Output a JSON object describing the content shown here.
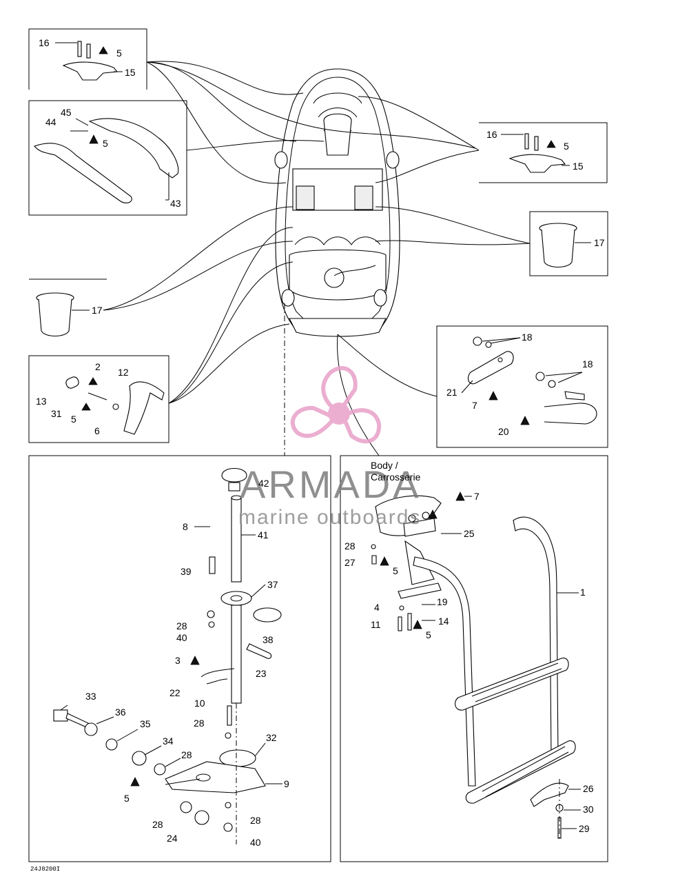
{
  "diagram": {
    "callouts": {
      "tl_16": "16",
      "tl_5": "5",
      "tl_15": "15",
      "hb_45": "45",
      "hb_44": "44",
      "hb_5": "5",
      "hb_43": "43",
      "tr_16": "16",
      "tr_5": "5",
      "tr_15": "15",
      "r_17": "17",
      "l_17": "17",
      "rb_18a": "18",
      "rb_18b": "18",
      "rb_21": "21",
      "rb_7": "7",
      "rb_20": "20",
      "lb_2": "2",
      "lb_12": "12",
      "lb_13": "13",
      "lb_31": "31",
      "lb_5": "5",
      "lb_6": "6",
      "p_42": "42",
      "p_8": "8",
      "p_41": "41",
      "p_39": "39",
      "p_37": "37",
      "p_28a": "28",
      "p_40a": "40",
      "p_38": "38",
      "p_3": "3",
      "p_23": "23",
      "p_22": "22",
      "p_10": "10",
      "p_28b": "28",
      "p_32": "32",
      "p_33": "33",
      "p_36": "36",
      "p_35": "35",
      "p_34": "34",
      "p_28c": "28",
      "p_5": "5",
      "p_9": "9",
      "p_28d": "28",
      "p_28e": "28",
      "p_24": "24",
      "p_40b": "40",
      "l_7": "7",
      "l_25": "25",
      "l_28": "28",
      "l_27": "27",
      "l_5a": "5",
      "l_19": "19",
      "l_4": "4",
      "l_14": "14",
      "l_11": "11",
      "l_5b": "5",
      "l_1": "1",
      "l_26": "26",
      "l_30": "30",
      "l_29": "29"
    },
    "body_caption_line1": "Body /",
    "body_caption_line2": "Carrosserie",
    "figure_code": "24J8200I"
  },
  "watermark": {
    "brand": "ARMADA",
    "tagline": "marine outboards",
    "color": "#e8a0c8"
  }
}
